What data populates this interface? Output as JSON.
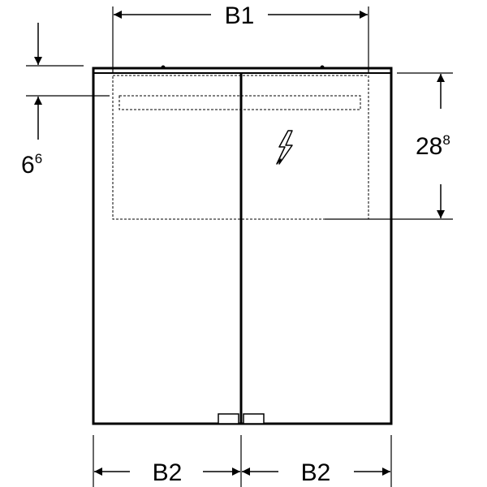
{
  "dimensions": {
    "overall_width": "B1",
    "door_width_left": "B2",
    "door_width_right": "B2",
    "top_offset_main": "6",
    "top_offset_sup": "6",
    "light_height_main": "28",
    "light_height_sup": "8"
  },
  "icons": {
    "power": "lightning-bolt-icon"
  },
  "colors": {
    "line": "#000000",
    "background": "#ffffff"
  }
}
